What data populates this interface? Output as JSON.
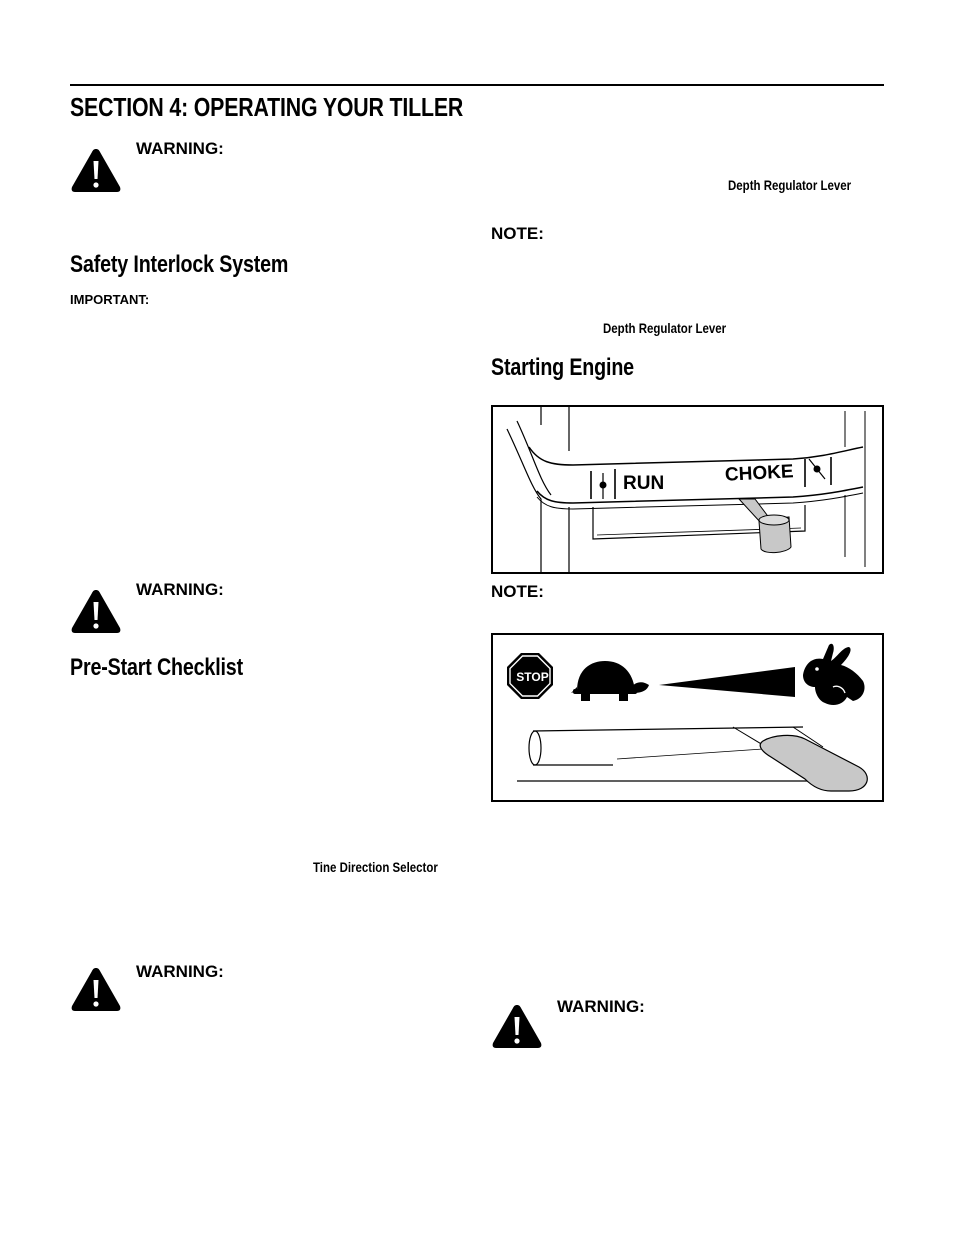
{
  "header": {
    "section_title": "SECTION 4:  OPERATING YOUR TILLER"
  },
  "left_column": {
    "warning_1": {
      "label": "WARNING:",
      "icon": "warning-triangle-icon"
    },
    "safety_interlock": {
      "heading": "Safety Interlock System",
      "important_label": "IMPORTANT:"
    },
    "warning_2": {
      "label": "WARNING:",
      "icon": "warning-triangle-icon"
    },
    "pre_start": {
      "heading": "Pre-Start Checklist",
      "tine_caption": "Tine Direction Selector"
    },
    "warning_3": {
      "label": "WARNING:",
      "icon": "warning-triangle-icon"
    }
  },
  "right_column": {
    "depth_caption_1": "Depth Regulator Lever",
    "note_1": "NOTE:",
    "depth_caption_2": "Depth Regulator Lever",
    "starting_engine": {
      "heading": "Starting Engine"
    },
    "choke_figure": {
      "run_label": "RUN",
      "choke_label": "CHOKE"
    },
    "note_2": "NOTE:",
    "throttle_figure": {
      "stop_label": "STOP",
      "slow_icon": "turtle-icon",
      "fast_icon": "rabbit-icon"
    },
    "warning_4": {
      "label": "WARNING:",
      "icon": "warning-triangle-icon"
    }
  }
}
